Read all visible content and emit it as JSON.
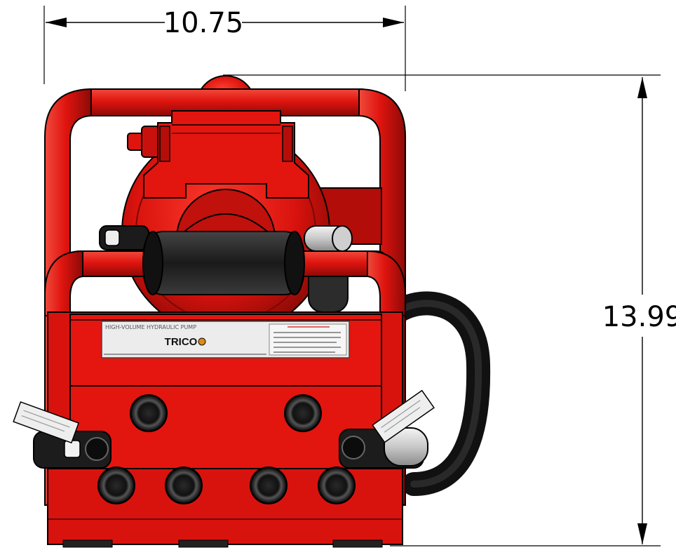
{
  "dimensions": {
    "width_label": "10.75",
    "height_label": "13.99"
  },
  "nameplate": {
    "brand": "TRICO",
    "product_line": "HIGH-VOLUME HYDRAULIC PUMP"
  },
  "colors": {
    "body_red": "#e0140f",
    "dark_red": "#9c0b08",
    "hose_black": "#1e1e1e",
    "grip_black": "#2a2a2a",
    "metal_gray": "#d8d8d8"
  }
}
